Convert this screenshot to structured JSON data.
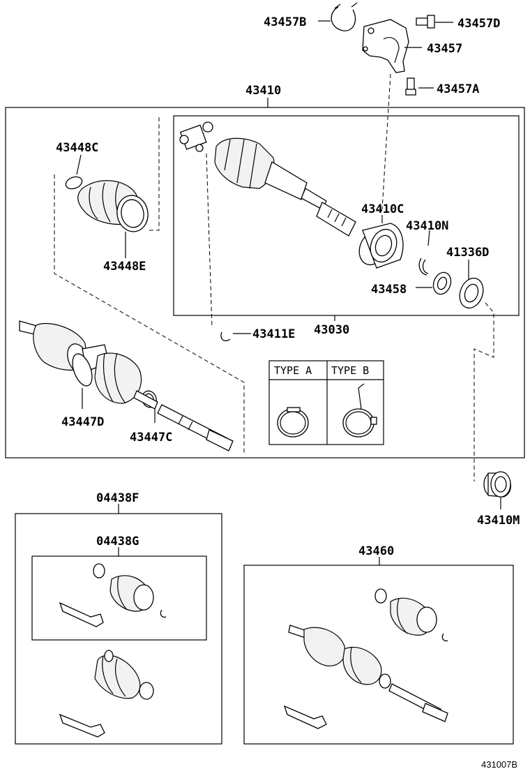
{
  "labels": {
    "p43457B": "43457B",
    "p43457D": "43457D",
    "p43457": "43457",
    "p43457A": "43457A",
    "p43410": "43410",
    "p43448C": "43448C",
    "p43448E": "43448E",
    "p43410C": "43410C",
    "p43410N": "43410N",
    "p41336D": "41336D",
    "p43458": "43458",
    "p43411E": "43411E",
    "p43030": "43030",
    "p43447D": "43447D",
    "p43447C": "43447C",
    "p43410M": "43410M",
    "p04438F": "04438F",
    "p04438G": "04438G",
    "p43460": "43460"
  },
  "legend": {
    "type_a": "TYPE A",
    "type_b": "TYPE B"
  },
  "diagram_code": "431007B"
}
